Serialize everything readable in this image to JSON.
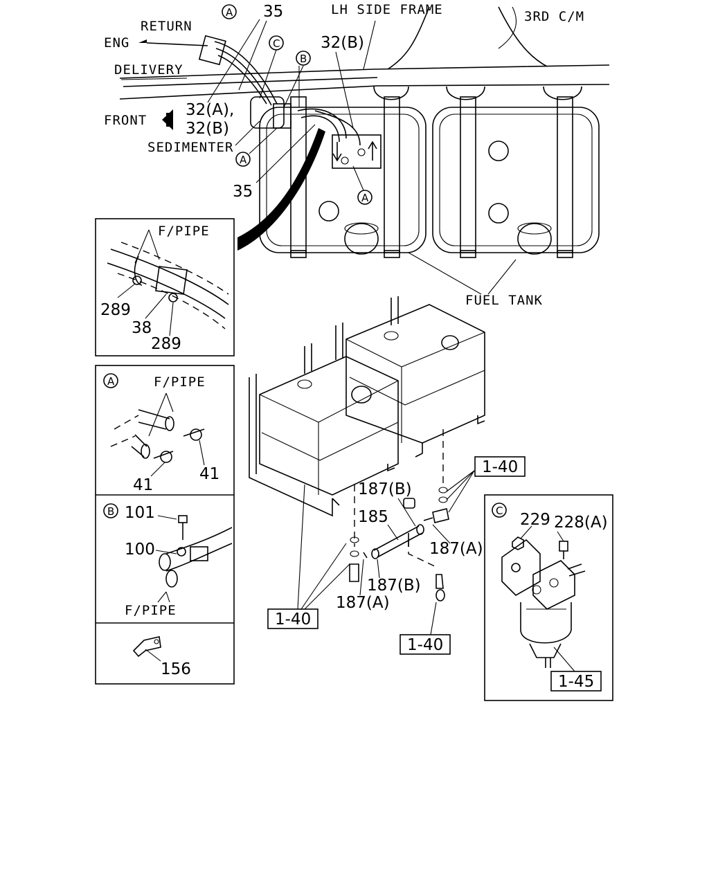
{
  "labels": {
    "lh_side_frame": "LH SIDE FRAME",
    "third_cm": "3RD C/M",
    "return": "RETURN",
    "eng": "ENG",
    "delivery": "DELIVERY",
    "front": "FRONT",
    "sedimenter": "SEDIMENTER",
    "fuel_tank": "FUEL TANK"
  },
  "callouts": {
    "c35a": "35",
    "c35b": "35",
    "c32b_top": "32(B)",
    "c32a": "32(A),",
    "c32b": "32(B)",
    "c289a": "289",
    "c38": "38",
    "c289b": "289",
    "c41a": "41",
    "c41b": "41",
    "c101": "101",
    "c100": "100",
    "c156": "156",
    "c187b_1": "187(B)",
    "c185": "185",
    "c187a_1": "187(A)",
    "c187b_2": "187(B)",
    "c187a_2": "187(A)",
    "c229": "229",
    "c228a": "228(A)"
  },
  "circled": {
    "A": "A",
    "B": "B",
    "C": "C"
  },
  "insets": {
    "fpipe_1": "F/PIPE",
    "fpipe_2": "F/PIPE",
    "fpipe_3": "F/PIPE"
  },
  "refs": {
    "r140_a": "1-40",
    "r140_b": "1-40",
    "r140_c": "1-40",
    "r145": "1-45"
  }
}
